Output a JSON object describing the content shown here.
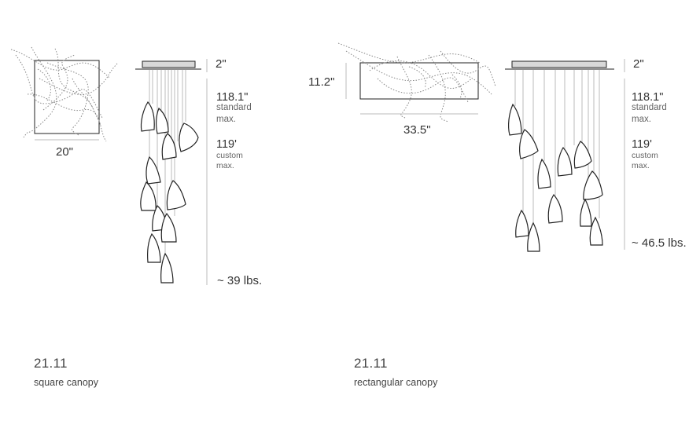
{
  "colors": {
    "line": "#222222",
    "canopy": "#d8d8d8",
    "leader": "#bbbbbb",
    "text": "#333333"
  },
  "left": {
    "canopy_width": "20\"",
    "canopy_height": "2\"",
    "standard_length": "118.1\"",
    "standard_label": "standard",
    "standard_max": "max.",
    "custom_length": "119'",
    "custom_label": "custom",
    "custom_max": "max.",
    "weight": "~ 39 lbs.",
    "model": "21.11",
    "description": "square canopy"
  },
  "right": {
    "canopy_depth": "11.2\"",
    "canopy_width": "33.5\"",
    "canopy_height": "2\"",
    "standard_length": "118.1\"",
    "standard_label": "standard",
    "standard_max": "max.",
    "custom_length": "119'",
    "custom_label": "custom",
    "custom_max": "max.",
    "weight": "~ 46.5 lbs.",
    "model": "21.11",
    "description": "rectangular canopy"
  }
}
